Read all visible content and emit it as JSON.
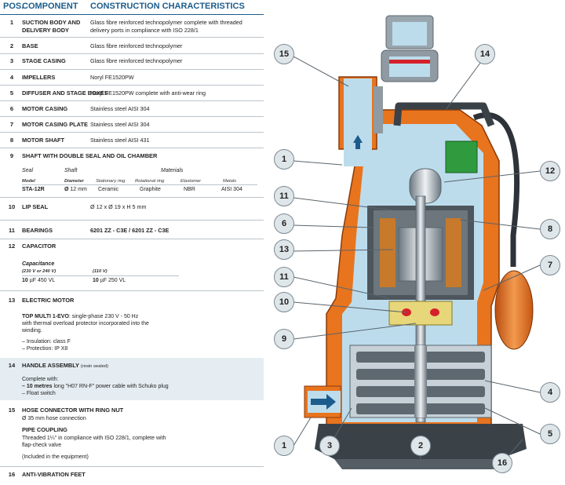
{
  "headers": {
    "pos": "POS.",
    "component": "COMPONENT",
    "construction": "CONSTRUCTION CHARACTERISTICS"
  },
  "rows": [
    {
      "num": "1",
      "component": "SUCTION BODY AND DELIVERY BODY",
      "spec": "Glass fibre reinforced technopolymer complete with threaded delivery ports in compliance with ISO 228/1"
    },
    {
      "num": "2",
      "component": "BASE",
      "spec": "Glass fibre reinforced technopolymer"
    },
    {
      "num": "3",
      "component": "STAGE CASING",
      "spec": "Glass fibre reinforced technopolymer"
    },
    {
      "num": "4",
      "component": "IMPELLERS",
      "spec": "Noryl FE1520PW"
    },
    {
      "num": "5",
      "component": "DIFFUSER AND STAGE BOXES",
      "spec": "Noryl FE1520PW complete with anti-wear ring"
    },
    {
      "num": "6",
      "component": "MOTOR CASING",
      "spec": "Stainless steel AISI 304"
    },
    {
      "num": "7",
      "component": "MOTOR CASING PLATE",
      "spec": "Stainless steel AISI 304"
    },
    {
      "num": "8",
      "component": "MOTOR SHAFT",
      "spec": "Stainless steel AISI 431"
    }
  ],
  "shaft": {
    "num": "9",
    "title": "SHAFT WITH DOUBLE SEAL AND OIL CHAMBER",
    "seal": "Seal",
    "shaft": "Shaft",
    "materials": "Materials",
    "model": "Model",
    "diameter": "Diameter",
    "stationary": "Stationary ring",
    "rotational": "Rotational ring",
    "elastomer": "Elastomer",
    "metals": "Metals",
    "v_model": "STA-12R",
    "v_diameter_sym": "Ø",
    "v_diameter": "12 mm",
    "v_stationary": "Ceramic",
    "v_rotational": "Graphite",
    "v_elastomer": "NBR",
    "v_metals": "AISI 304"
  },
  "lip": {
    "num": "10",
    "component": "LIP SEAL",
    "spec": "Ø 12 x Ø 19 x H 5 mm"
  },
  "bearings": {
    "num": "11",
    "component": "BEARINGS",
    "spec": "6201 ZZ - C3E / 6201 ZZ - C3E"
  },
  "capacitor": {
    "num": "12",
    "component": "CAPACITOR",
    "capacitance": "Capacitance",
    "v1": "(230 V or 240 V)",
    "v2": "(110 V)",
    "c1_num": "10",
    "c1_unit": " µF 450 VL",
    "c2_num": "10",
    "c2_unit": " µF 250 VL"
  },
  "motor": {
    "num": "13",
    "component": "ELECTRIC MOTOR",
    "name": "TOP MULTI 1-EVO",
    "line1": ": single-phase 230 V - 50 Hz",
    "line2": "with thermal overload protector incorporated into the",
    "line3": "winding.",
    "ins": "– Insulation:  class F",
    "prot": "– Protection:  IP X8"
  },
  "handle": {
    "num": "14",
    "component": "HANDLE ASSEMBLY",
    "note": "(resin sealed)",
    "line1": "Complete with:",
    "bold": "– 10 metres",
    "line2": " long \"H07 RN-F\" power cable with Schuko plug",
    "line3": "– Float switch"
  },
  "hose": {
    "num": "15",
    "component": "HOSE CONNECTOR WITH RING NUT",
    "line1": "Ø 35 mm hose connection",
    "pipe": "PIPE COUPLING",
    "line2": "Threaded 1¼\" in compliance with ISO 228/1, complete with",
    "line3": "flap-check valve",
    "line4": "(Included in the equipment)"
  },
  "feet": {
    "num": "16",
    "component": "ANTI-VIBRATION FEET"
  },
  "callouts": {
    "c15": "15",
    "c14": "14",
    "c1a": "1",
    "c12": "12",
    "c11a": "11",
    "c8": "8",
    "c6": "6",
    "c13": "13",
    "c7": "7",
    "c11b": "11",
    "c10": "10",
    "c9": "9",
    "c4": "4",
    "c5": "5",
    "c1b": "1",
    "c3": "3",
    "c2": "2",
    "c16": "16"
  },
  "colors": {
    "header": "#1c5c8c",
    "orange": "#e8741e",
    "water": "#bcdcec",
    "dark": "#333a40"
  }
}
